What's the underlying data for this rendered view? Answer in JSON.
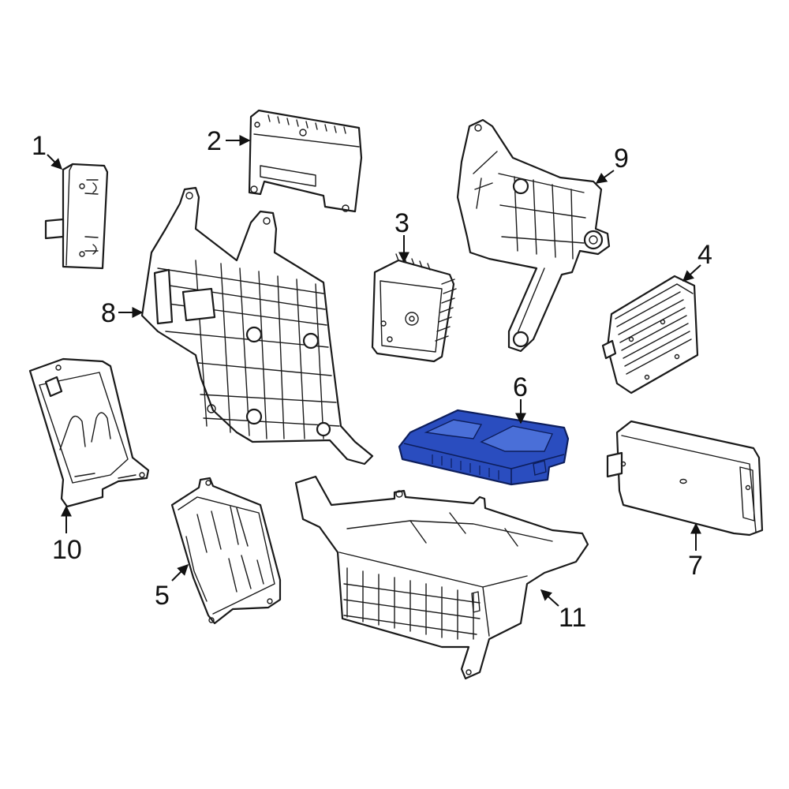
{
  "highlight_color": "#2a4dbf",
  "outline_color": "#1a1a1a",
  "callouts": [
    {
      "id": "1",
      "label": "1"
    },
    {
      "id": "2",
      "label": "2"
    },
    {
      "id": "3",
      "label": "3"
    },
    {
      "id": "4",
      "label": "4"
    },
    {
      "id": "5",
      "label": "5"
    },
    {
      "id": "6",
      "label": "6"
    },
    {
      "id": "7",
      "label": "7"
    },
    {
      "id": "8",
      "label": "8"
    },
    {
      "id": "9",
      "label": "9"
    },
    {
      "id": "10",
      "label": "10"
    },
    {
      "id": "11",
      "label": "11"
    }
  ],
  "highlighted_part": "6"
}
